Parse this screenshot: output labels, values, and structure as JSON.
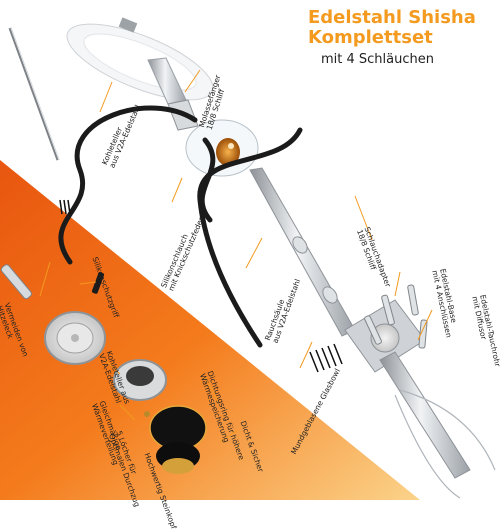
{
  "header": {
    "title_line1": "Edelstahl Shisha",
    "title_line2": "Komplettset",
    "subtitle": "mit 4 Schläuchen"
  },
  "labels": {
    "kohleteller": [
      "Kohleteller",
      "aus V2A-Edelstahl"
    ],
    "molasse": [
      "Molassefänger",
      "18/8 Schliff"
    ],
    "silikon": [
      "Silikonschlauch",
      "mit Knickschutzfeder"
    ],
    "rauchsaeule": [
      "Rauchsäule",
      "aus V2A-Edelstahl"
    ],
    "schlauchadapter": [
      "Schlauchadapter",
      "18/8 Schliff"
    ],
    "base": [
      "Edelstahl-Base",
      "mit 4 Anschlüssen"
    ],
    "tauchrohr": [
      "Edelstahl-Tauchrohr",
      "mit Diffusor"
    ],
    "bowl": [
      "Mundgeblasene Glasbowl"
    ],
    "zange": [
      "Vermeiden von",
      "Hitzeleck"
    ],
    "griff": [
      "Silikonschutzgriff"
    ],
    "kohleteller2": [
      "Kohleteller aus",
      "V2A-Edelstahl"
    ],
    "gleichmaessige": [
      "Gleichmäßige",
      "Wärmeverteilung"
    ],
    "loecher": [
      "5 Löcher für",
      "Optimalen Durchzug"
    ],
    "hochwertig": [
      "Hochwertig Steinkopf"
    ],
    "dichtung": [
      "Dichtungsring für höhere",
      "Wärmespeicherung"
    ],
    "dicht": [
      "Dicht & Sicher"
    ]
  },
  "colors": {
    "accent_orange": "#f39a1f",
    "orange_bg_dark": "#e8560f",
    "orange_bg_light": "#f9b24a",
    "steel": "#c9cdd1",
    "hose_black": "#1b1b1b"
  }
}
